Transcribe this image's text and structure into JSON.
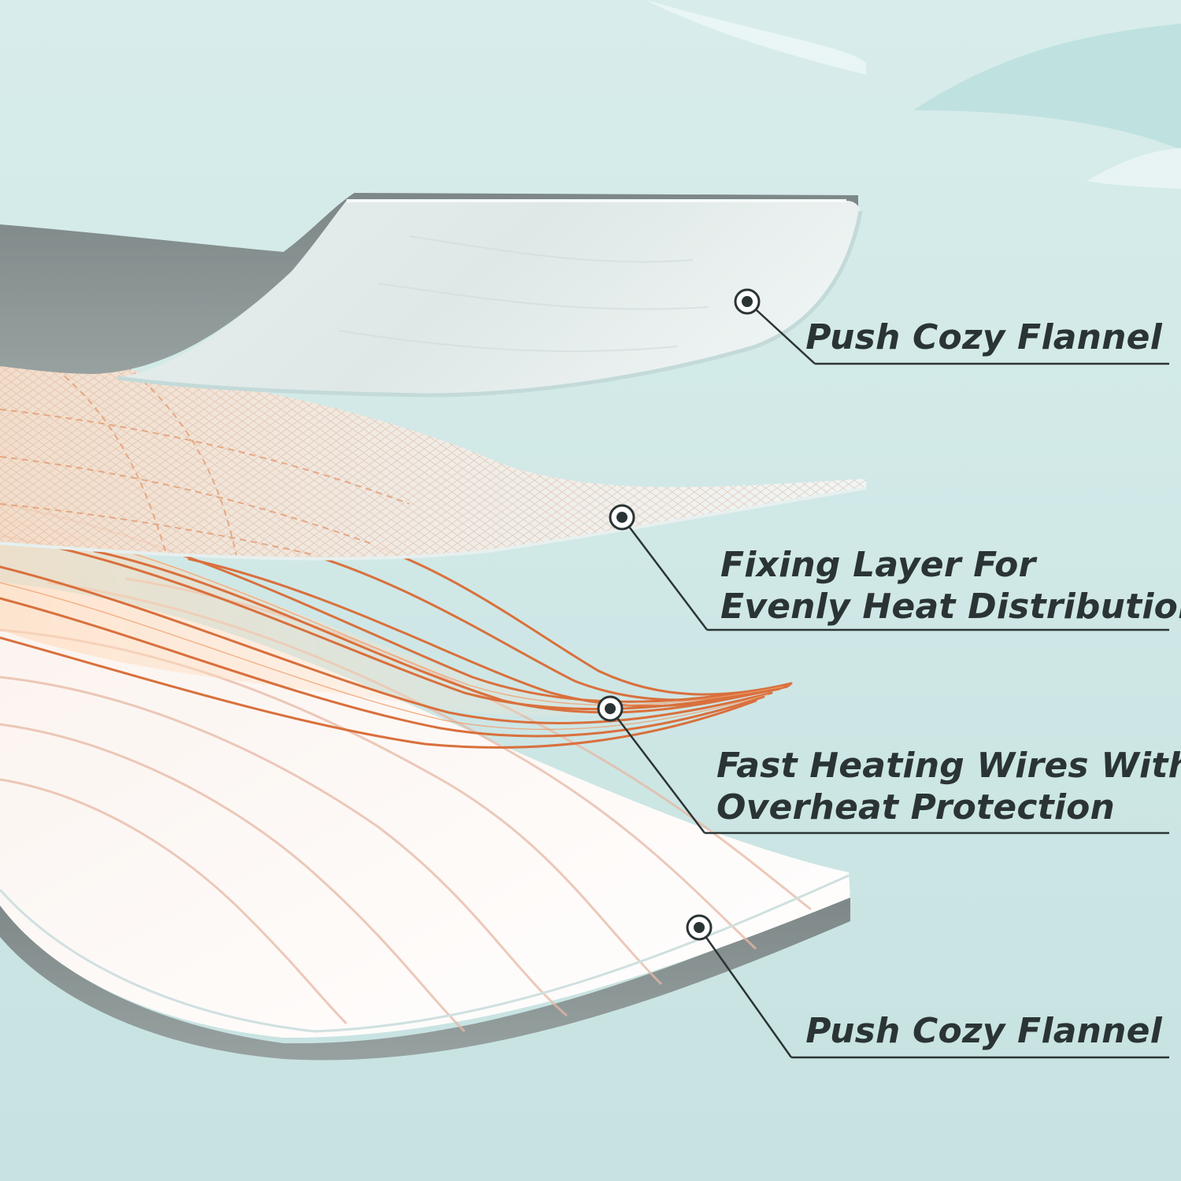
{
  "palette": {
    "background": "#cfe7e6",
    "text": "#2b3435",
    "leader_line": "#2b3435",
    "marker": "#2b3435",
    "wire": "#d9703d",
    "plush_fur": "#8a9494",
    "fixing_mesh": "#f3e6dd"
  },
  "labels": {
    "top_flannel": {
      "text": "Push Cozy Flannel"
    },
    "fixing_layer": {
      "line1": "Fixing Layer For",
      "line2": "Evenly Heat Distribution"
    },
    "heating_wires": {
      "line1": "Fast Heating Wires With",
      "line2": "Overheat Protection"
    },
    "bottom_flannel": {
      "text": "Push Cozy Flannel"
    }
  }
}
